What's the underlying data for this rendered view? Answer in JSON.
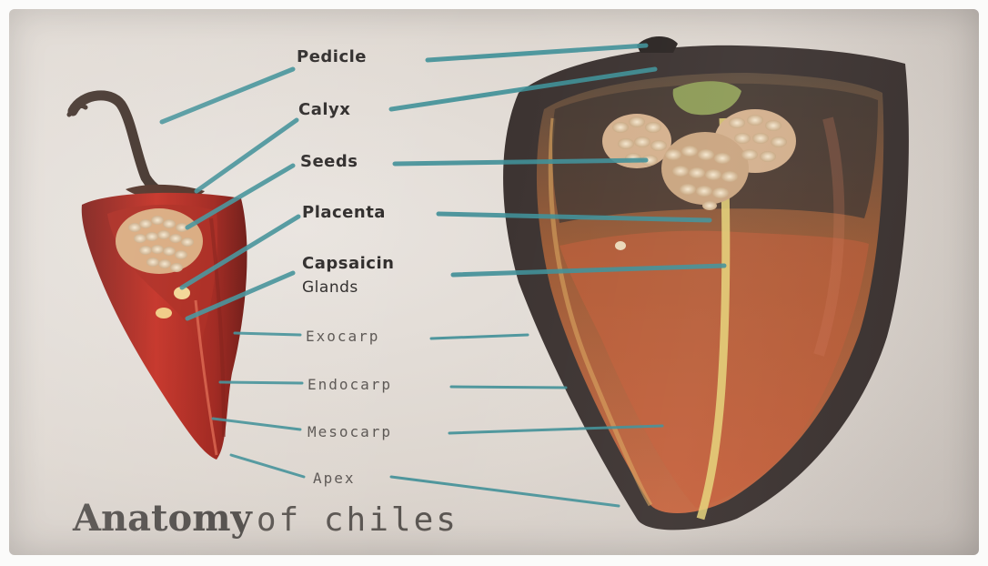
{
  "diagram": {
    "title_bold": "Anatomy",
    "title_rest": "of chiles",
    "labels": {
      "pedicle": "Pedicle",
      "calyx": "Calyx",
      "seeds": "Seeds",
      "placenta": "Placenta",
      "capsaicin_line1": "Capsaicin",
      "capsaicin_line2": "Glands",
      "exocarp": "Exocarp",
      "endocarp": "Endocarp",
      "mesocarp": "Mesocarp",
      "apex": "Apex"
    },
    "colors": {
      "leader_line": "#3f8f97",
      "small_pepper": "#b5241b",
      "large_pepper": "#8a3a25",
      "placenta": "#e7d57a",
      "seed": "#ead8b8"
    }
  }
}
